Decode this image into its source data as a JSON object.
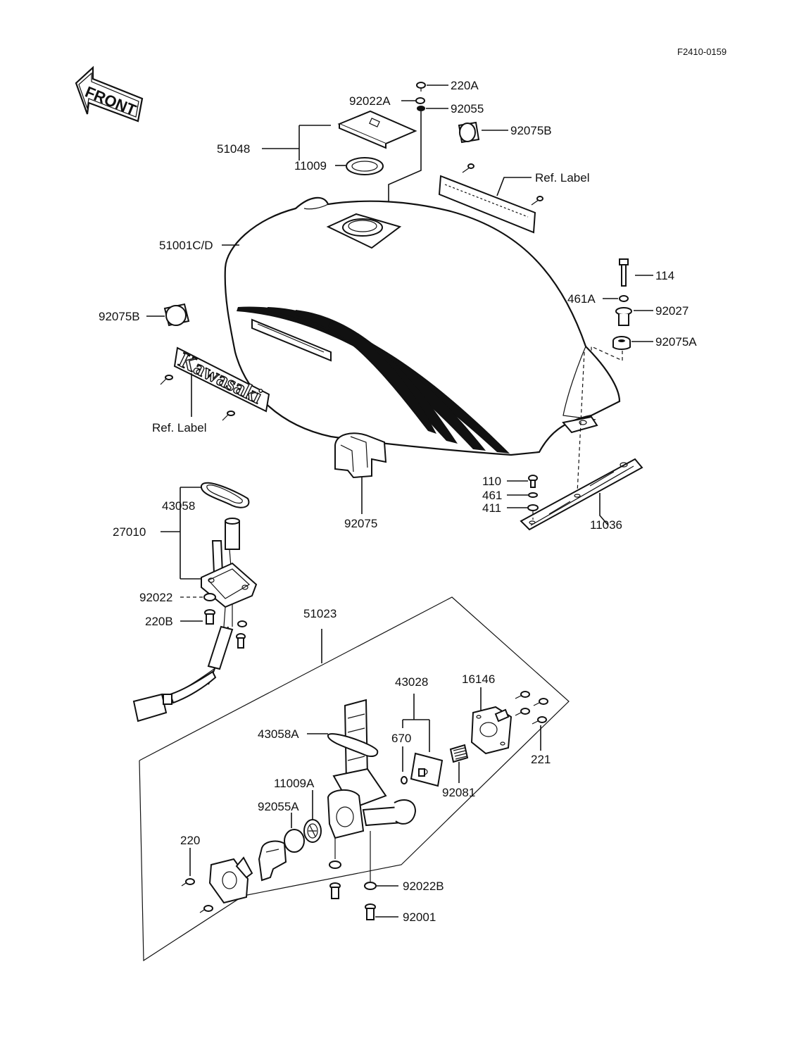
{
  "figure_code": "F2410-0159",
  "front_label": "FRONT",
  "brand_text": "Kawasaki",
  "labels": {
    "screw_top": "220A",
    "washer_top": "92022A",
    "washer_top_b": "92055",
    "cap": "51048",
    "cap_gasket": "11009",
    "damper_rear": "92075B",
    "ref_label_top": "Ref. Label",
    "tank": "51001C/D",
    "bolt_rear": "114",
    "washer_rear": "461A",
    "collar": "92027",
    "damper_rear_a": "92075A",
    "damper_left": "92075B",
    "ref_label_side": "Ref. Label",
    "damper_front": "92075",
    "bolt_bracket": "110",
    "washer_bracket": "461",
    "nut_bracket": "411",
    "bracket": "11036",
    "gauge_gasket": "43058",
    "gauge": "27010",
    "gauge_washer": "92022",
    "gauge_screw": "220B",
    "cock_assy": "51023",
    "lever_kit": "43028",
    "diaphragm": "16146",
    "cock_gasket": "43058A",
    "oring_small": "670",
    "spring": "92081",
    "screws_cover": "221",
    "oring_cock": "11009A",
    "plate": "92055A",
    "screw_plate": "220",
    "washer_cock": "92022B",
    "bolt_cock": "92001"
  }
}
